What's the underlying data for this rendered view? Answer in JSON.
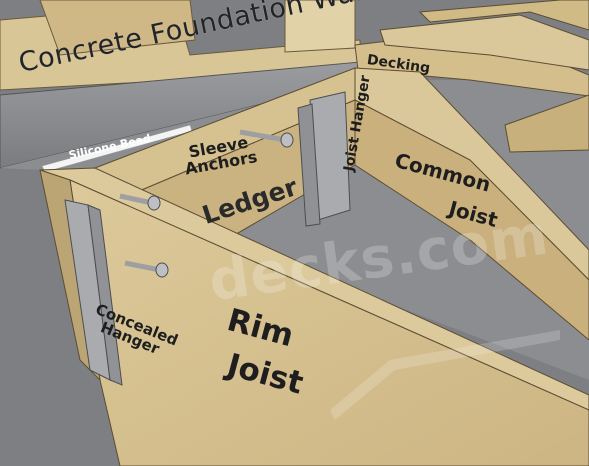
{
  "labels": {
    "wall": "Concrete Foundation Wall",
    "silicone": "Silicone Bead",
    "decking": "Decking",
    "sleeve_line1": "Sleeve",
    "sleeve_line2": "Anchors",
    "ledger": "Ledger",
    "joist_hanger": "Joist Hanger",
    "common_line1": "Common",
    "common_line2": "Joist",
    "concealed_line1": "Concealed",
    "concealed_line2": "Hanger",
    "rim_line1": "Rim",
    "rim_line2": "Joist"
  },
  "watermark": "decks.com",
  "colors": {
    "concrete": "#8a8c8f",
    "wood": "#d7c394",
    "wood_dark": "#b9a473",
    "steel": "#a9abae",
    "silicone": "#f4f4f4"
  }
}
